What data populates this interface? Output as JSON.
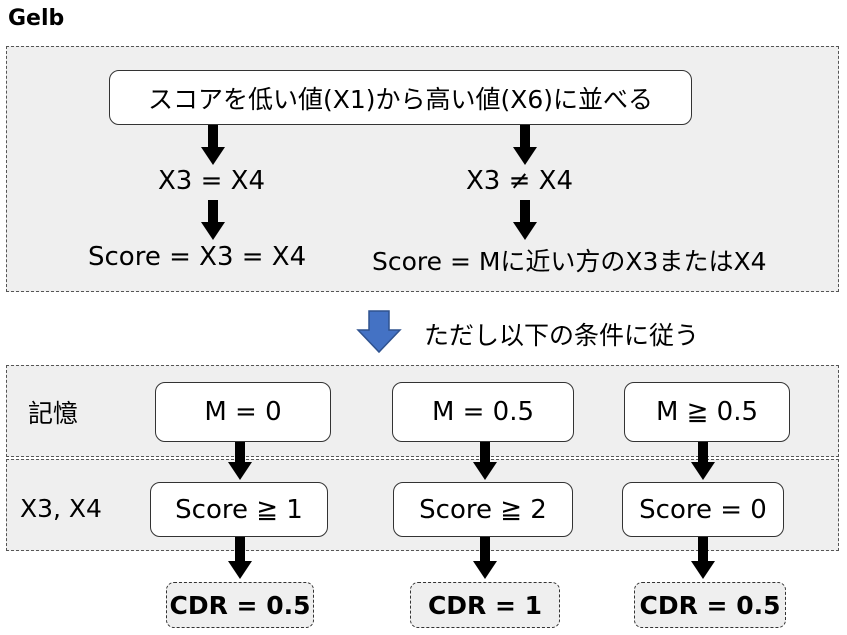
{
  "title": "Gelb",
  "top": {
    "instruction": "スコアを低い値(X1)から高い値(X6)に並べる",
    "left": {
      "condition": "X3 = X4",
      "result": "Score = X3 = X4"
    },
    "right": {
      "condition": "X3 ≠ X4",
      "result": "Score = Mに近い方のX3またはX4"
    }
  },
  "transition_label": "ただし以下の条件に従う",
  "memory_label": "記憶",
  "x_label": "X3, X4",
  "columns": [
    {
      "memory": "M = 0",
      "score": "Score ≧ 1",
      "cdr": "CDR = 0.5"
    },
    {
      "memory": "M = 0.5",
      "score": "Score ≧ 2",
      "cdr": "CDR = 1"
    },
    {
      "memory": "M ≧ 0.5",
      "score": "Score = 0",
      "cdr": "CDR = 0.5"
    }
  ],
  "colors": {
    "region_fill": "#efefef",
    "transition_arrow": "#4472c4"
  }
}
